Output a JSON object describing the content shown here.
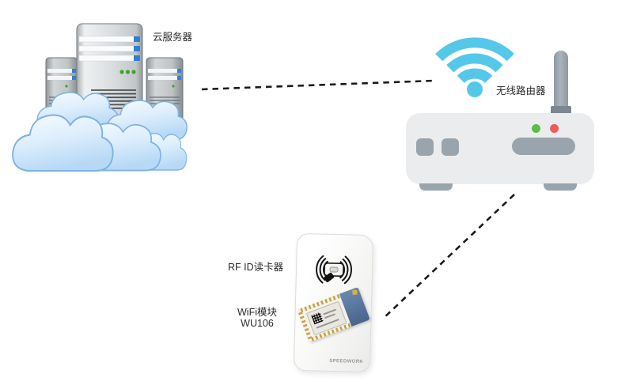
{
  "labels": {
    "cloud_server": "云服务器",
    "router": "无线路由器",
    "reader": "RF ID读卡器",
    "wifi_module_line1": "WiFi模块",
    "wifi_module_line2": "WU106",
    "reader_brand": "SPEEDWORK"
  },
  "colors": {
    "background": "#ffffff",
    "label_text": "#2b2b2b",
    "wifi_icon": "#55c8e9",
    "router_body": "#ebecee",
    "router_gray": "#9aa4ad",
    "led_green": "#57c043",
    "led_red": "#f25a52",
    "server_blue": "#2e7fd6",
    "server_led": "#43a32e",
    "cloud_border": "#7fb2e5",
    "dashed_line": "#1b1b1b"
  }
}
